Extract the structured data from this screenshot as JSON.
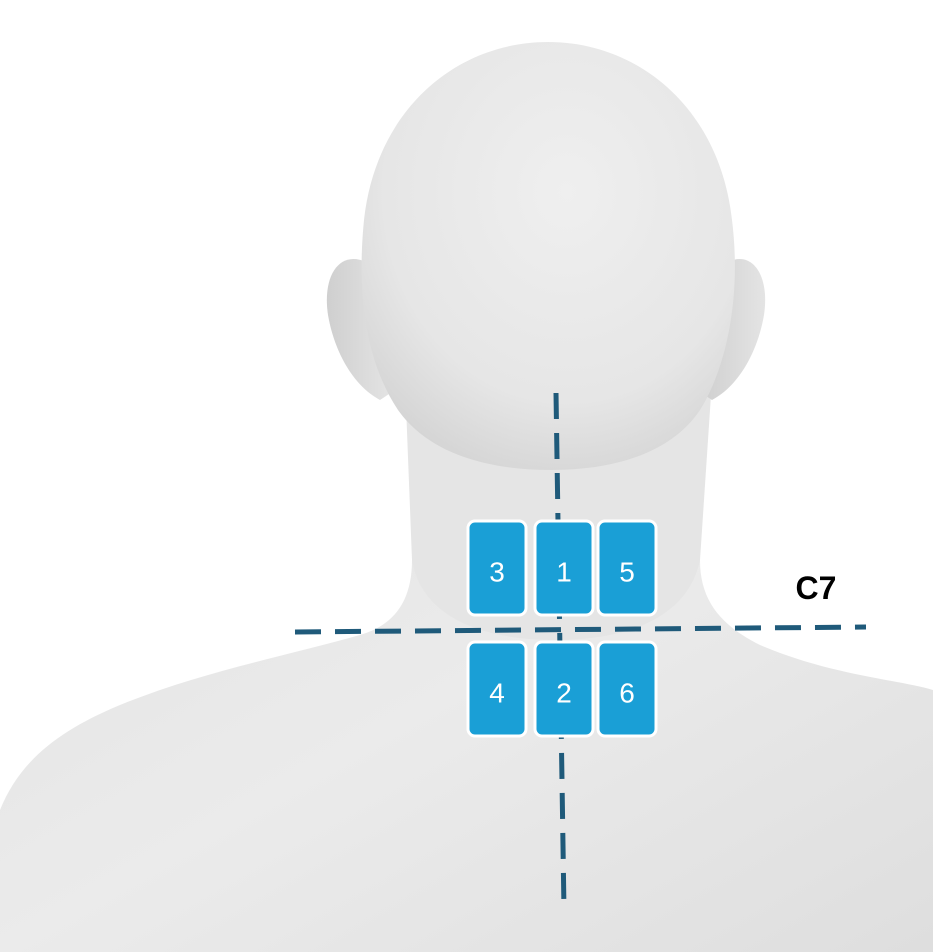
{
  "colors": {
    "pad_fill": "#1a9fd6",
    "pad_border": "#ffffff",
    "guide_line": "#1f5a7a",
    "label": "#000000",
    "body_light": "#e9e9e9",
    "body_shadow": "#d2d2d2"
  },
  "figure": "back-of-head-and-shoulders",
  "level_label": "C7",
  "pads": [
    {
      "number": "3",
      "row": "upper",
      "column": "left"
    },
    {
      "number": "1",
      "row": "upper",
      "column": "center"
    },
    {
      "number": "5",
      "row": "upper",
      "column": "right"
    },
    {
      "number": "4",
      "row": "lower",
      "column": "left"
    },
    {
      "number": "2",
      "row": "lower",
      "column": "center"
    },
    {
      "number": "6",
      "row": "lower",
      "column": "right"
    }
  ]
}
